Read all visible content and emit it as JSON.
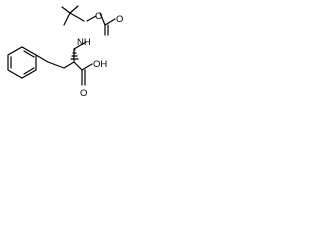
{
  "atoms": {
    "amine": "NH",
    "carbonyl_oxygen_carbamate": "O",
    "ester_oxygen": "O",
    "acid_oxygen": "O",
    "hydroxyl": "OH"
  },
  "stereo": {
    "wedge": "hashed"
  }
}
